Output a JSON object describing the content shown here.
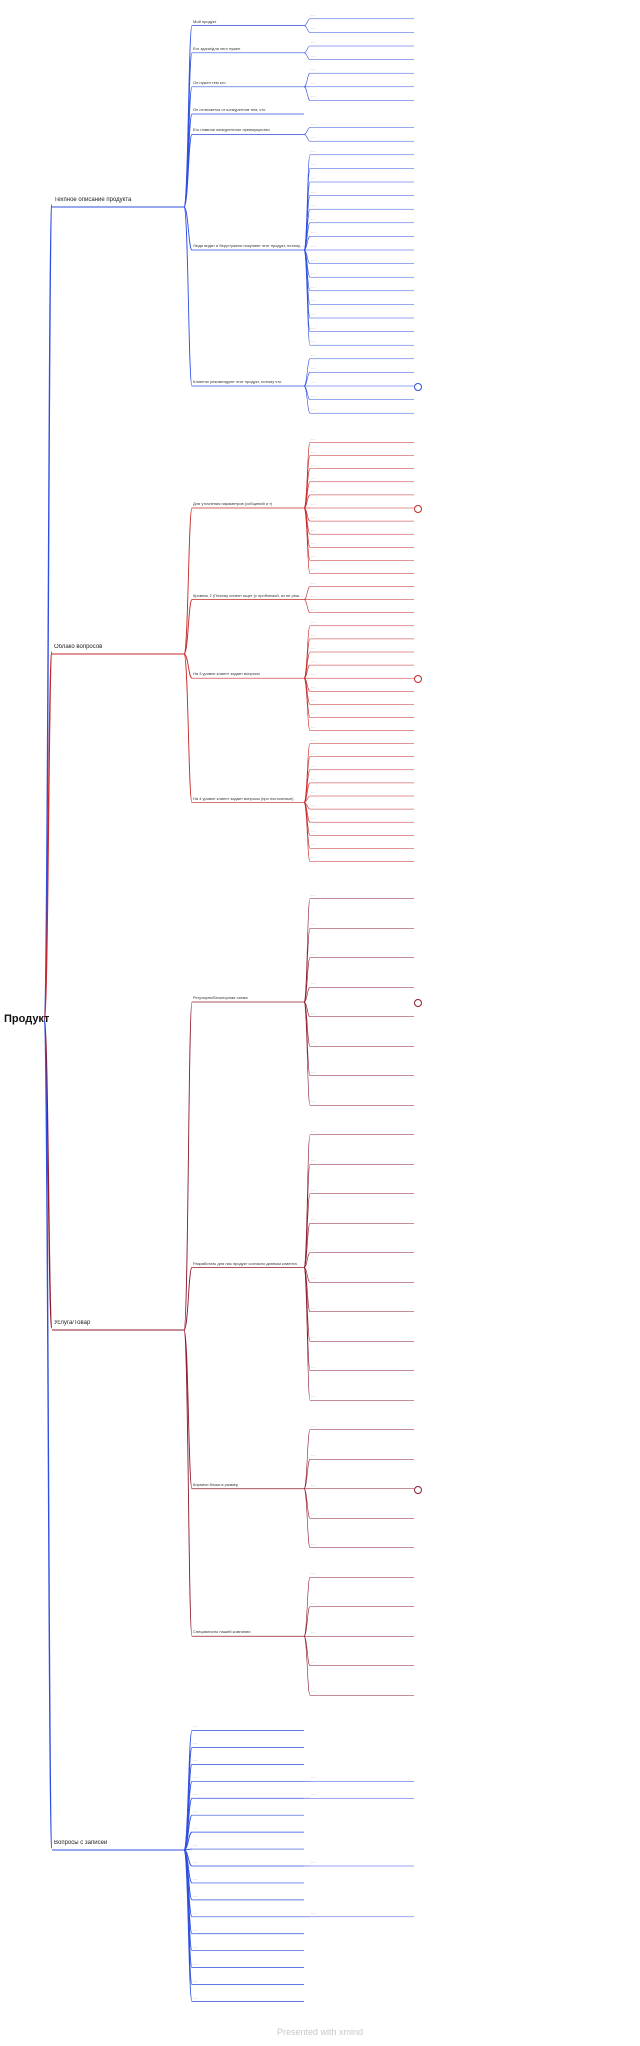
{
  "root": "Продукт",
  "colors": {
    "blue": "#2f4fe0",
    "red": "#c62828",
    "wine": "#8e1b2f",
    "text": "#222222",
    "footer": "#c8c8c8"
  },
  "branches": [
    {
      "label": "Техпное описание продукта",
      "color": "#2f4fe0",
      "children": [
        {
          "label": "Мой продукт",
          "leaves": [
            "…",
            "…"
          ]
        },
        {
          "label": "Его здачи/для чего нужен",
          "leaves": [
            "…",
            "…"
          ]
        },
        {
          "label": "Он нужен тем кто",
          "leaves": [
            "…",
            "…",
            "…"
          ]
        },
        {
          "label": "Он отличается от конкурентов тем, что",
          "leaves": []
        },
        {
          "label": "Его главное конкурентное преимущество",
          "leaves": [
            "…",
            "…"
          ]
        },
        {
          "label": "Люди видят и берут/ужели покупают этот продукт, потому что",
          "leaves": [
            "…",
            "…",
            "…",
            "…",
            "…",
            "…",
            "…",
            "…",
            "…",
            "…",
            "…",
            "…",
            "…",
            "…",
            "…"
          ]
        },
        {
          "label": "Клиенты рекомендуют этот продукт, потому что",
          "leaves": [
            "…",
            "…",
            "…",
            "…",
            "…"
          ]
        }
      ]
    },
    {
      "label": "Облако вопросов",
      "color": "#c62828",
      "children": [
        {
          "label": "Для уточнения параметров (собщений и т)",
          "leaves": [
            "…",
            "…",
            "…",
            "…",
            "…",
            "…",
            "…",
            "…",
            "…",
            "…",
            "…"
          ]
        },
        {
          "label": "Кровель 2 (Почему клиент ищет (с проблемой, из не решает свою проблему?)",
          "leaves": [
            "…",
            "…",
            "…"
          ]
        },
        {
          "label": "На 3 уровне клиент задает вопросы",
          "leaves": [
            "…",
            "…",
            "…",
            "…",
            "…",
            "…",
            "…",
            "…",
            "…"
          ]
        },
        {
          "label": "На 4 уровне клиент задает вопросы (про постоянные)",
          "leaves": [
            "…",
            "…",
            "…",
            "…",
            "…",
            "…",
            "…",
            "…",
            "…",
            "…"
          ]
        }
      ]
    },
    {
      "label": "Услуга/Товар",
      "color": "#8e1b2f",
      "children": [
        {
          "label": "Регулярно/Безопорная схема",
          "leaves": [
            "…",
            "…",
            "…",
            "…",
            "…",
            "…",
            "…",
            "…"
          ]
        },
        {
          "label": "Разработать для нас продукт согласно данным клиента",
          "leaves": [
            "…",
            "…",
            "…",
            "…",
            "…",
            "…",
            "…",
            "…",
            "…",
            "…"
          ]
        },
        {
          "label": "Кирпичи блоки в размер",
          "leaves": [
            "…",
            "…",
            "…",
            "…",
            "…"
          ]
        },
        {
          "label": "Специалисты нашей компании",
          "leaves": [
            "…",
            "…",
            "…",
            "…",
            "…"
          ]
        }
      ]
    },
    {
      "label": "Вопросы с записей",
      "color": "#2f4fe0",
      "children": [
        {
          "label": "…",
          "leaves": []
        },
        {
          "label": "…",
          "leaves": []
        },
        {
          "label": "…",
          "leaves": []
        },
        {
          "label": "…",
          "leaves": [
            "…"
          ]
        },
        {
          "label": "…",
          "leaves": [
            "…"
          ]
        },
        {
          "label": "…",
          "leaves": []
        },
        {
          "label": "…",
          "leaves": []
        },
        {
          "label": "…",
          "leaves": []
        },
        {
          "label": "…",
          "leaves": [
            "…"
          ]
        },
        {
          "label": "…",
          "leaves": []
        },
        {
          "label": "…",
          "leaves": []
        },
        {
          "label": "…",
          "leaves": [
            "…"
          ]
        },
        {
          "label": "…",
          "leaves": []
        },
        {
          "label": "…",
          "leaves": []
        },
        {
          "label": "…",
          "leaves": []
        },
        {
          "label": "…",
          "leaves": []
        },
        {
          "label": "…",
          "leaves": []
        }
      ]
    }
  ],
  "footer": "Presented with xmind"
}
